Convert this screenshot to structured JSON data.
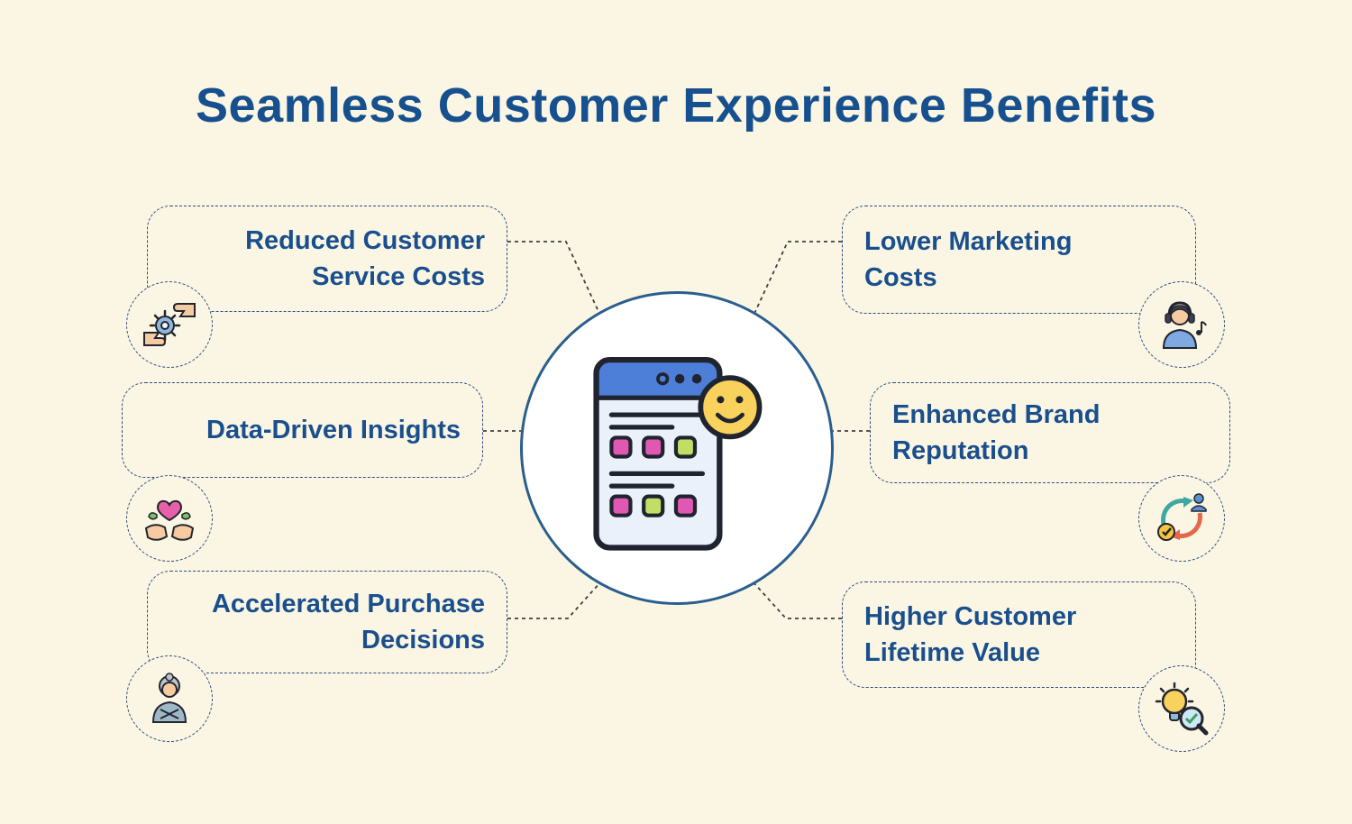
{
  "title": "Seamless Customer Experience Benefits",
  "center": {
    "icon": "checklist-app-smiley-icon"
  },
  "benefits": [
    {
      "label": "Reduced Customer Service Costs",
      "lines": [
        "Reduced Customer",
        "Service Costs"
      ],
      "icon": "feedback-hands-icon",
      "side": "left"
    },
    {
      "label": "Data-Driven Insights",
      "lines": [
        "Data-Driven Insights"
      ],
      "icon": "hands-holding-heart-icon",
      "side": "left"
    },
    {
      "label": "Accelerated Purchase Decisions",
      "lines": [
        "Accelerated Purchase",
        "Decisions"
      ],
      "icon": "elderly-customer-icon",
      "side": "left"
    },
    {
      "label": "Lower Marketing Costs",
      "lines": [
        "Lower Marketing",
        "Costs"
      ],
      "icon": "support-agent-icon",
      "side": "right"
    },
    {
      "label": "Enhanced Brand Reputation",
      "lines": [
        "Enhanced Brand",
        "Reputation"
      ],
      "icon": "brand-reputation-icon",
      "side": "right"
    },
    {
      "label": "Higher Customer Lifetime Value",
      "lines": [
        "Higher Customer",
        "Lifetime Value"
      ],
      "icon": "value-discovery-icon",
      "side": "right"
    }
  ],
  "colors": {
    "background": "#FBF6E3",
    "title_text": "#17508E",
    "benefit_text": "#1A4F8E",
    "dashed_border": "#2F4B7E",
    "center_circle_border": "#2A5E8E",
    "connector": "#3F3F3F",
    "smiley_yellow": "#F8D25C",
    "app_header_blue": "#4D7FD9",
    "square_pink": "#E058B3",
    "square_green": "#C3DE66"
  }
}
